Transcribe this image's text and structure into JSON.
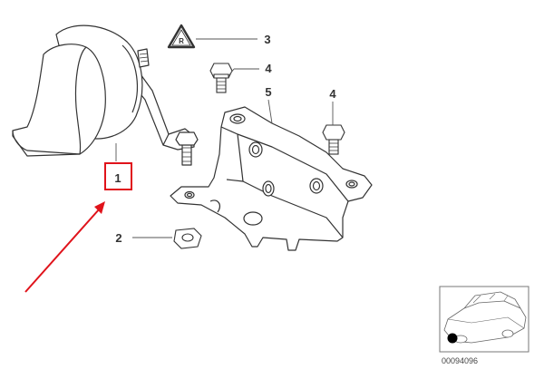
{
  "callouts": {
    "horn": "1",
    "nut": "2",
    "label": "3",
    "bolt_top": "4",
    "bolt_right": "4",
    "bracket": "5"
  },
  "reference": {
    "diagram_number": "00094096"
  },
  "colors": {
    "line": "#333333",
    "highlight_box": "#e0131b",
    "arrow": "#e0131b",
    "location_marker": "#000000"
  },
  "icons": {
    "label": "warning-triangle-icon",
    "car": "car-thumbnail-icon"
  }
}
